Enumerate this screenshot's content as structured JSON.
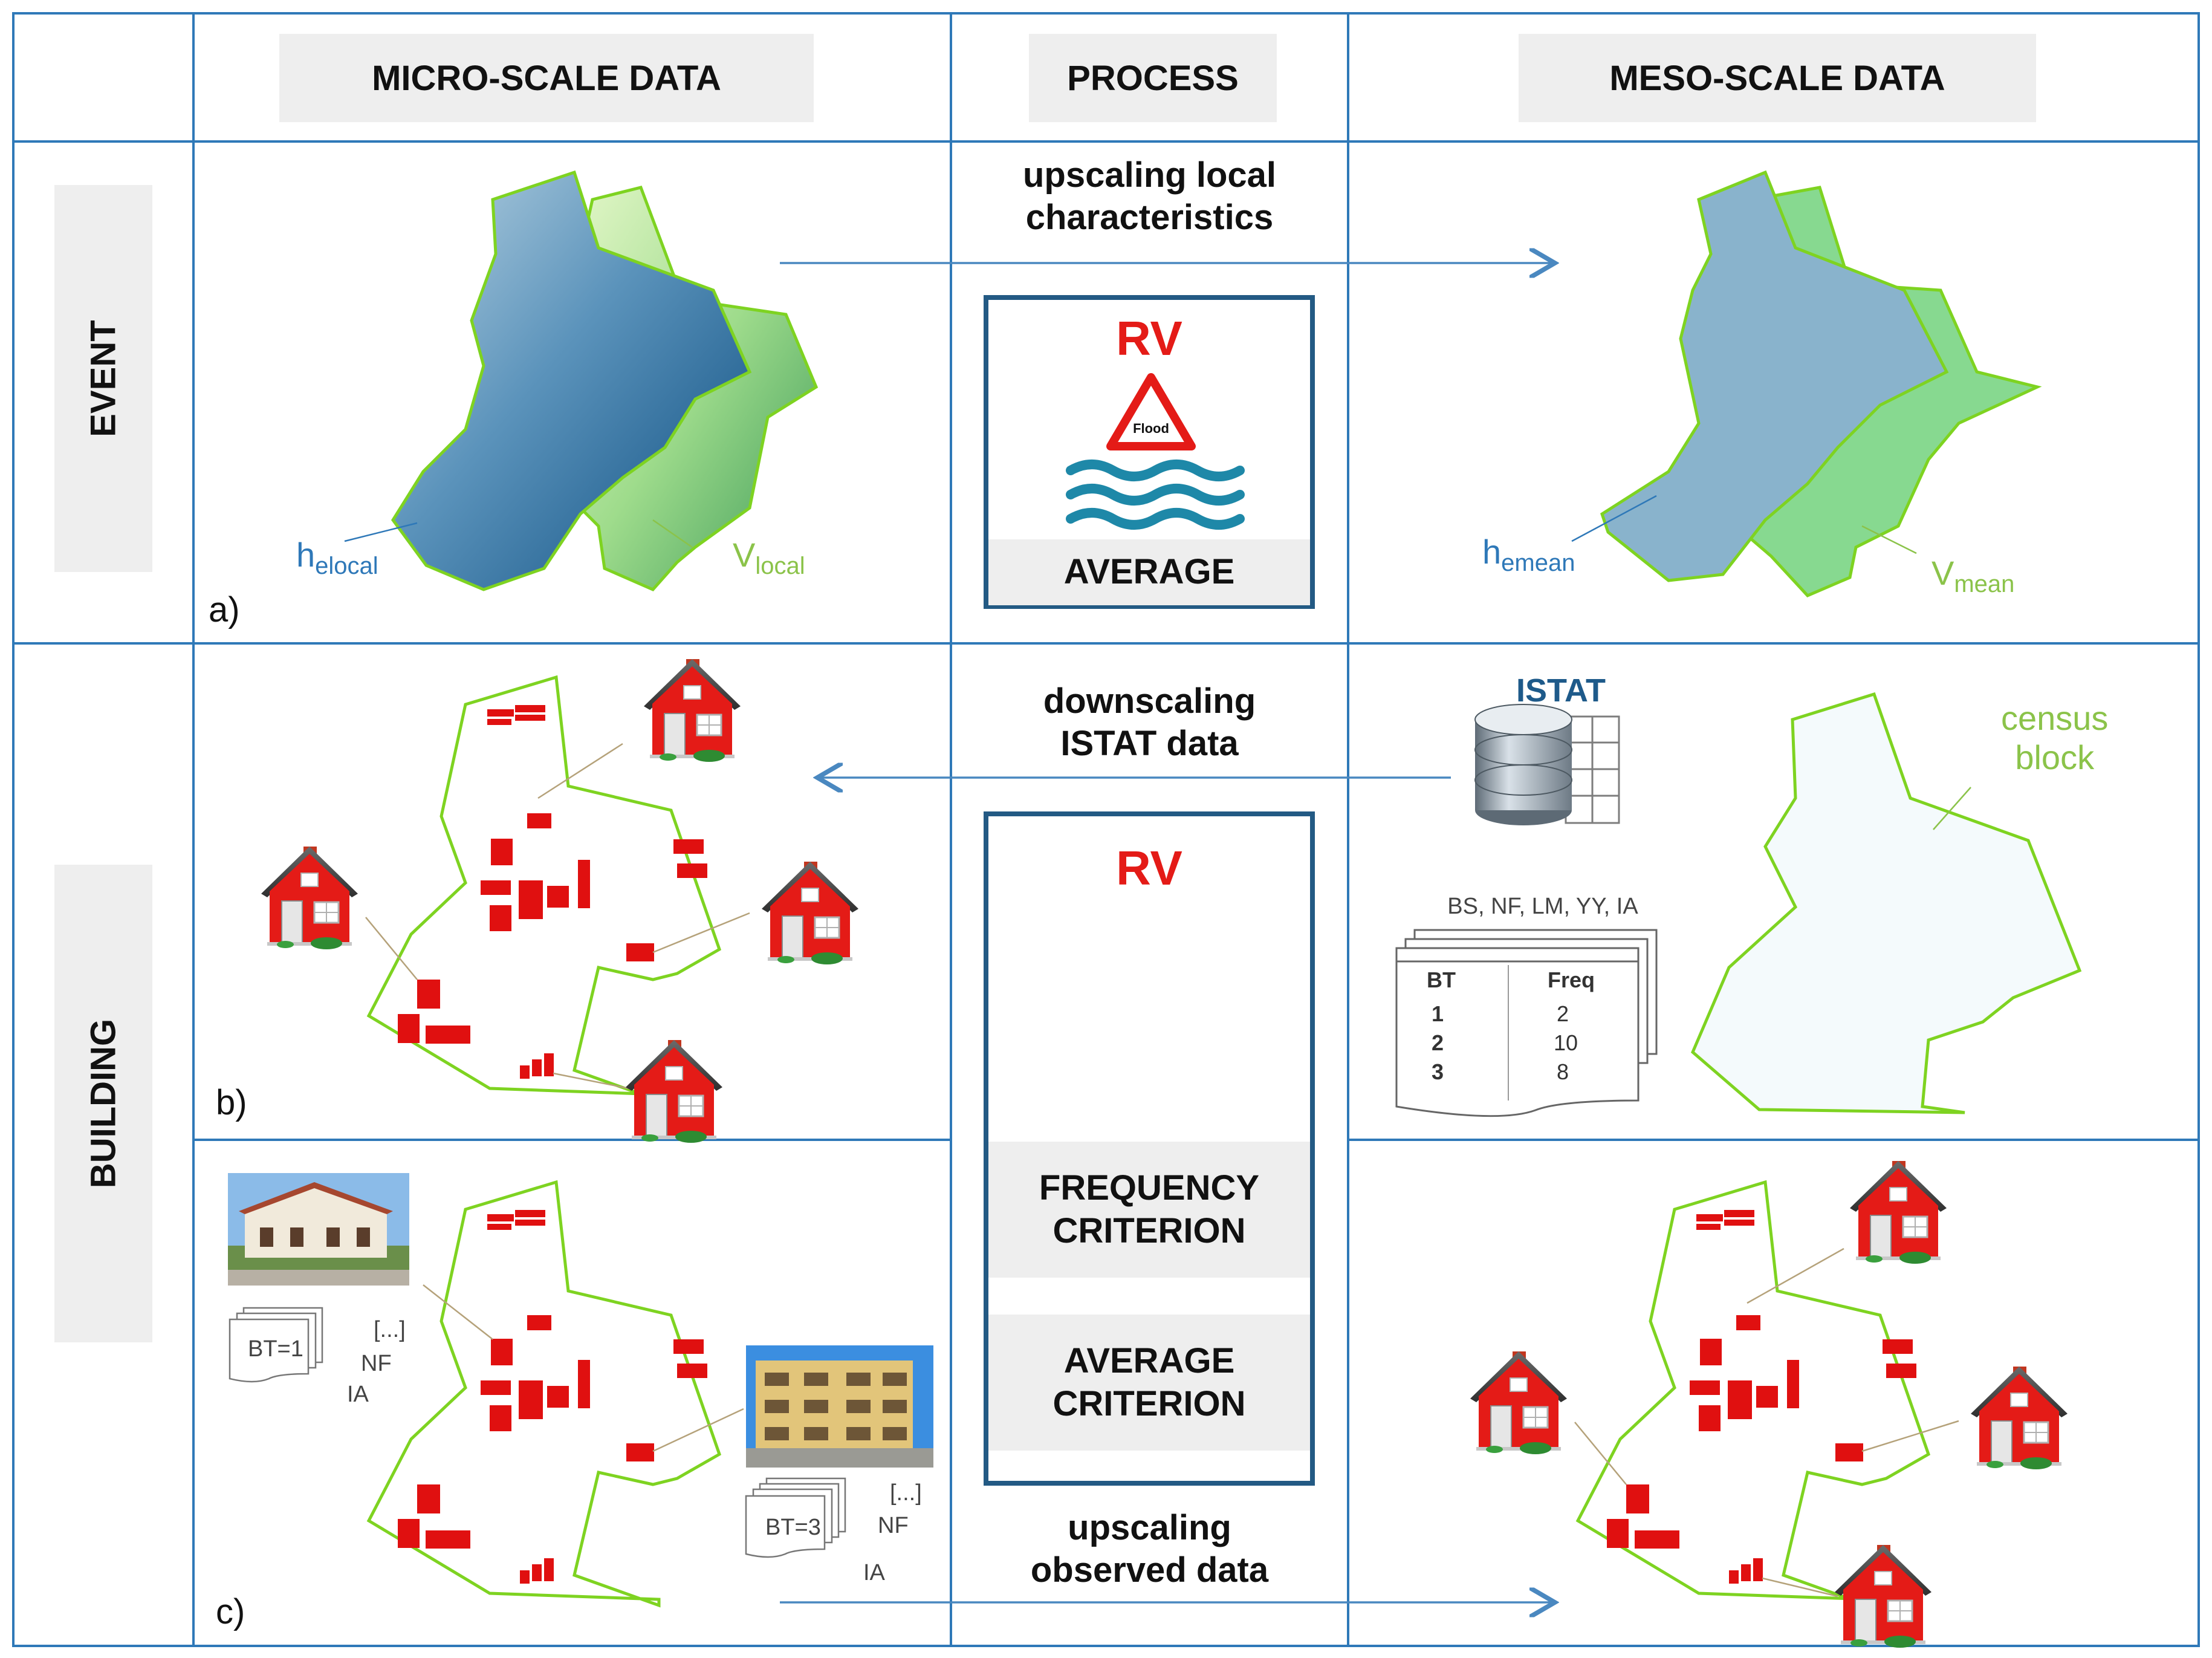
{
  "headers": {
    "micro": "MICRO-SCALE DATA",
    "process": "PROCESS",
    "meso": "MESO-SCALE DATA"
  },
  "rows": {
    "event": "EVENT",
    "building": "BUILDING"
  },
  "arrows": {
    "upscale_local": "upscaling local\ncharacteristics",
    "downscale_istat": "downscaling\nISTAT data",
    "upscale_observed": "upscaling\nobserved data"
  },
  "rv_box_event": {
    "title": "RV",
    "sign_text": "Flood",
    "criterion": "AVERAGE"
  },
  "rv_box_building": {
    "title": "RV",
    "criterion_1": "FREQUENCY\nCRITERION",
    "criterion_2": "AVERAGE\nCRITERION"
  },
  "panels": {
    "a": "a)",
    "b": "b)",
    "c": "c)"
  },
  "event_micro": {
    "h_base": "h",
    "h_sub": "elocal",
    "v_base": "V",
    "v_sub": "local"
  },
  "event_meso": {
    "h_base": "h",
    "h_sub": "emean",
    "v_base": "V",
    "v_sub": "mean"
  },
  "istat": {
    "logo": "ISTAT",
    "fields": "BS, NF, LM, YY, IA",
    "table": {
      "headers": [
        "BT",
        "Freq"
      ],
      "rows": [
        [
          "1",
          "2"
        ],
        [
          "2",
          "10"
        ],
        [
          "3",
          "8"
        ]
      ]
    }
  },
  "census": "census\nblock",
  "obs_card_1": {
    "bt": "BT=1",
    "more": "[...]",
    "nf": "NF",
    "ia": "IA"
  },
  "obs_card_2": {
    "bt": "BT=3",
    "more": "[...]",
    "nf": "NF",
    "ia": "IA"
  },
  "colors": {
    "grid": "#2f79b8",
    "rv_border": "#235a84",
    "rv_red": "#e41b17",
    "water_dark": "#3f7faa",
    "water_mean": "#89b3cc",
    "velocity_green": "#87d990",
    "outline_green": "#7ed321",
    "building_red": "#e01010",
    "arrow": "#4a88c0",
    "label_blue": "#2e78b8",
    "label_green": "#8bc34a"
  },
  "icons": [
    "flood-warning-icon",
    "waves-icon",
    "house-icon",
    "database-icon",
    "table-icon",
    "photo-icon"
  ]
}
